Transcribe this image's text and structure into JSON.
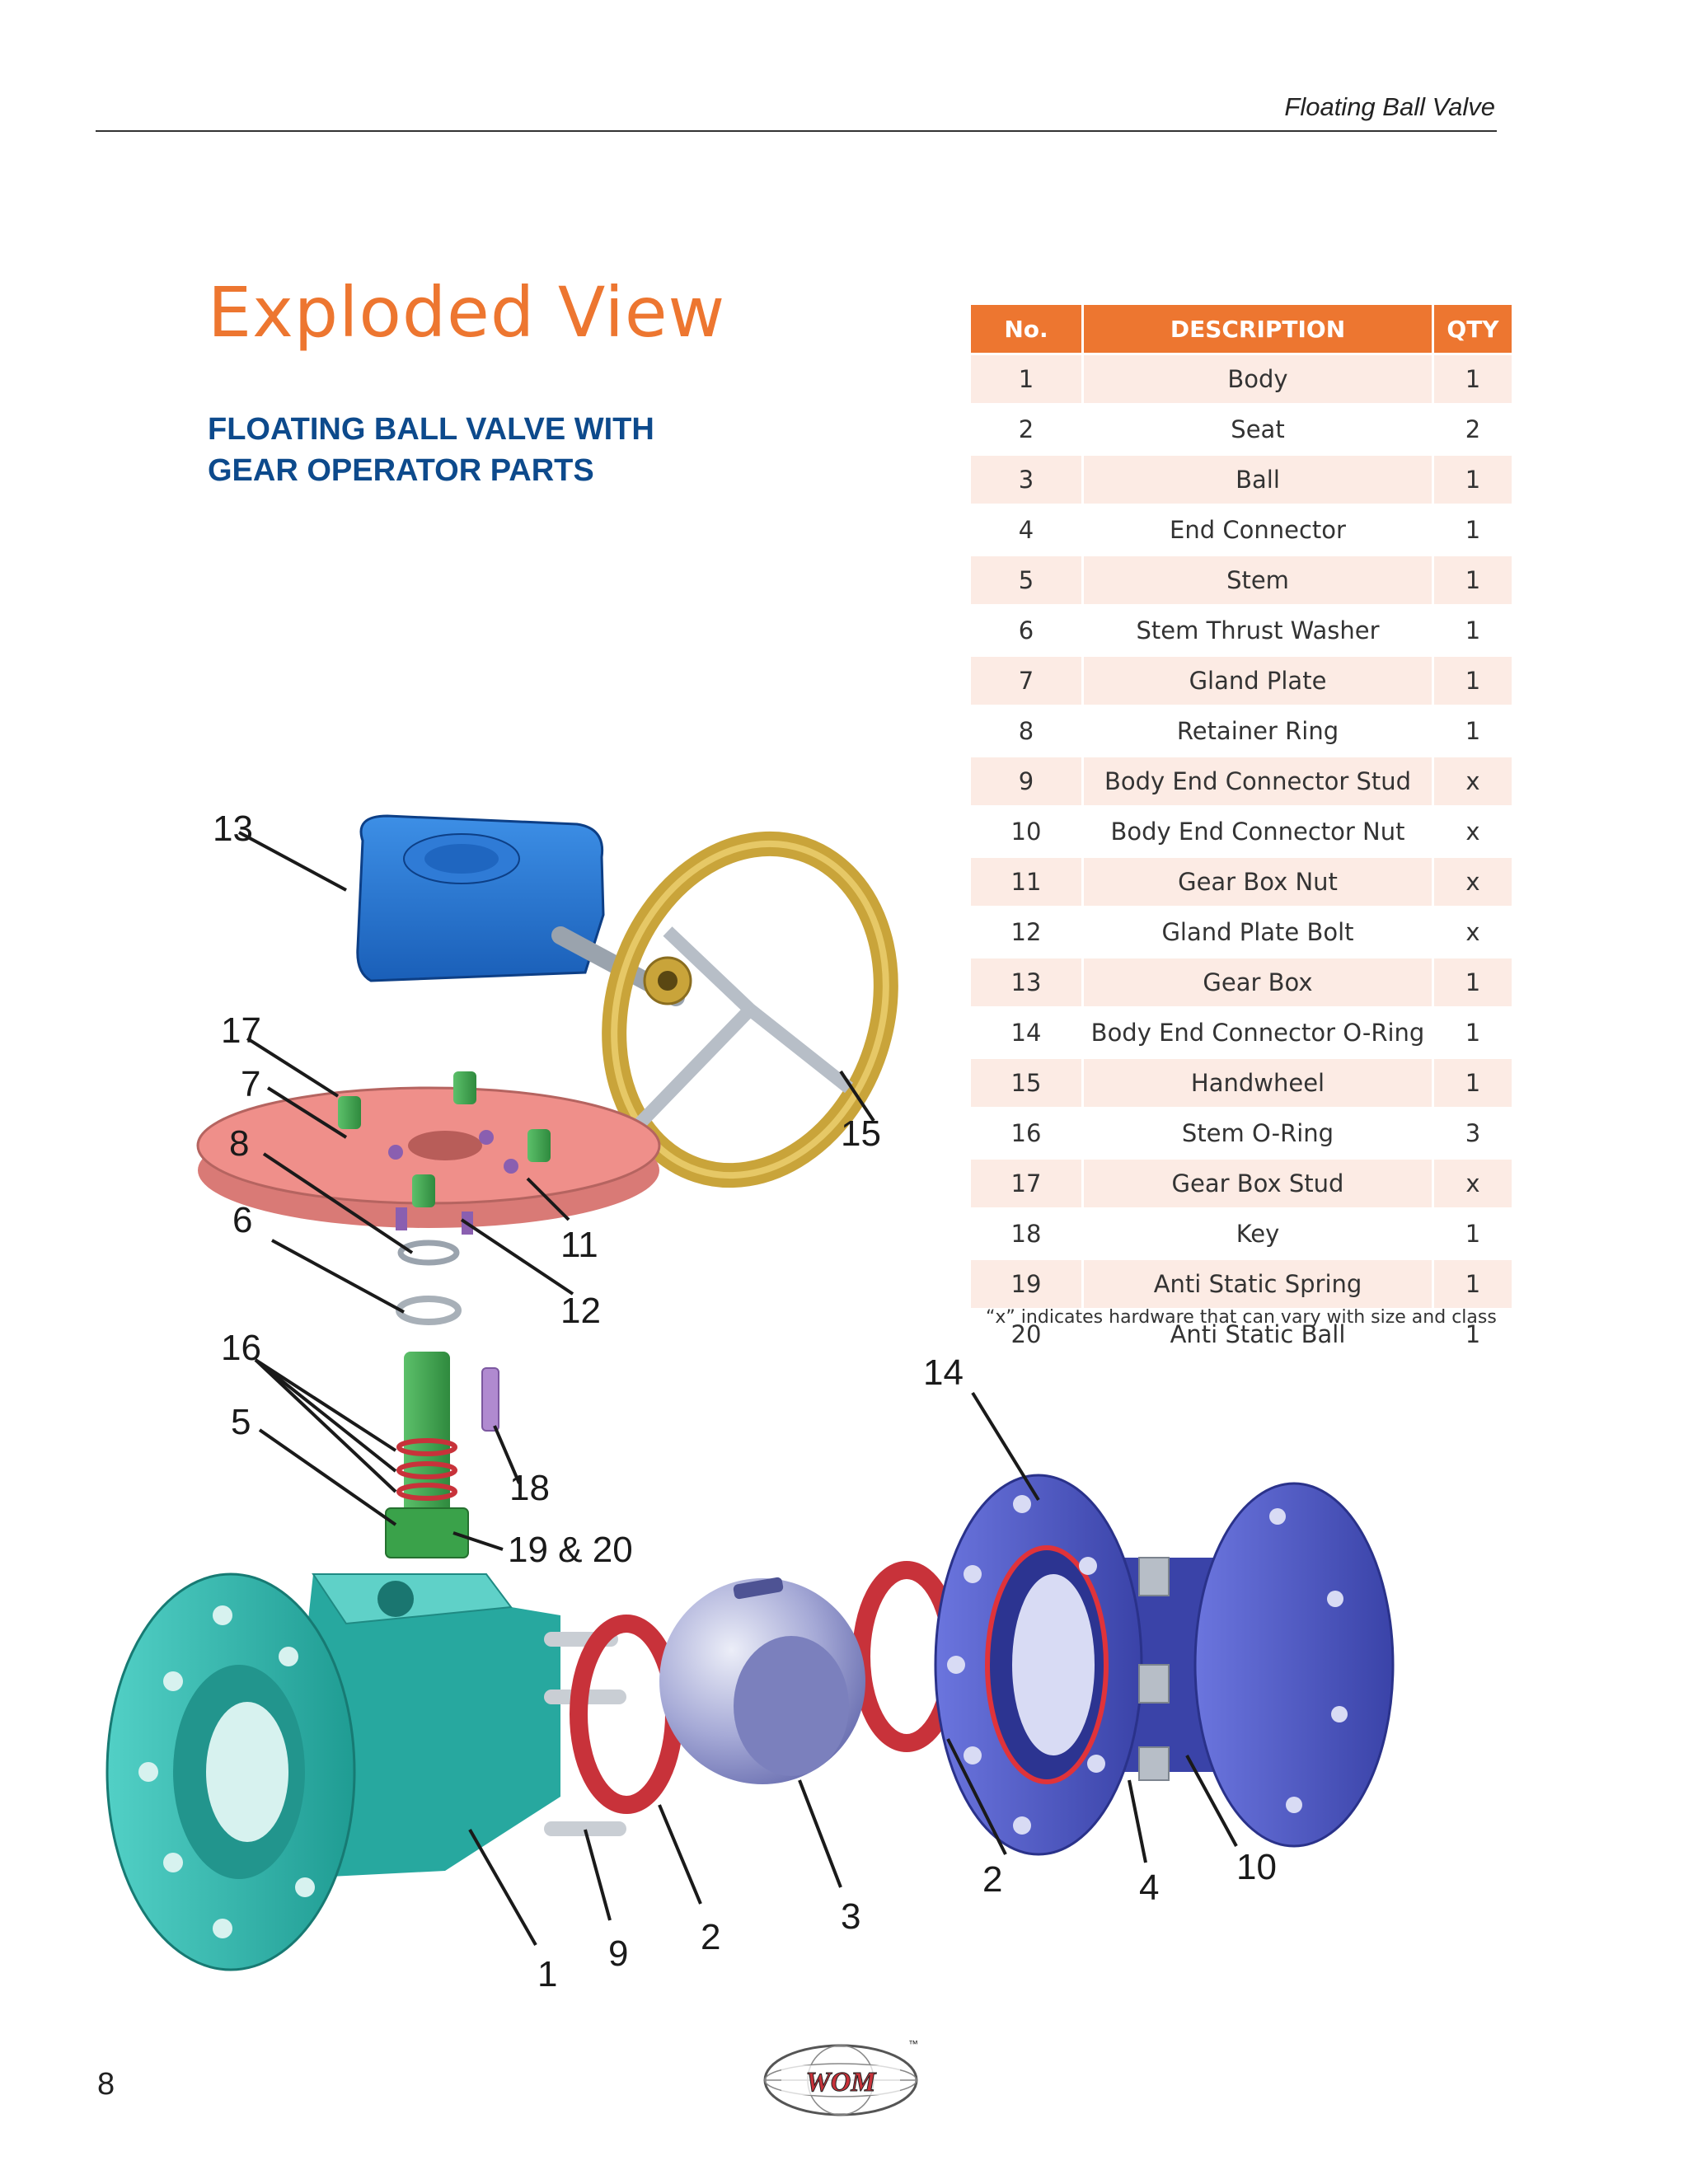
{
  "header": {
    "title": "Floating Ball Valve"
  },
  "main": {
    "title": "Exploded View",
    "subtitle_line1": "FLOATING BALL VALVE WITH",
    "subtitle_line2": "GEAR OPERATOR PARTS"
  },
  "table": {
    "headers": [
      "No.",
      "DESCRIPTION",
      "QTY"
    ],
    "rows": [
      {
        "no": "1",
        "description": "Body",
        "qty": "1"
      },
      {
        "no": "2",
        "description": "Seat",
        "qty": "2"
      },
      {
        "no": "3",
        "description": "Ball",
        "qty": "1"
      },
      {
        "no": "4",
        "description": "End Connector",
        "qty": "1"
      },
      {
        "no": "5",
        "description": "Stem",
        "qty": "1"
      },
      {
        "no": "6",
        "description": "Stem Thrust Washer",
        "qty": "1"
      },
      {
        "no": "7",
        "description": "Gland Plate",
        "qty": "1"
      },
      {
        "no": "8",
        "description": "Retainer Ring",
        "qty": "1"
      },
      {
        "no": "9",
        "description": "Body End Connector Stud",
        "qty": "x"
      },
      {
        "no": "10",
        "description": "Body End Connector Nut",
        "qty": "x"
      },
      {
        "no": "11",
        "description": "Gear Box Nut",
        "qty": "x"
      },
      {
        "no": "12",
        "description": "Gland Plate Bolt",
        "qty": "x"
      },
      {
        "no": "13",
        "description": "Gear Box",
        "qty": "1"
      },
      {
        "no": "14",
        "description": "Body End Connector O-Ring",
        "qty": "1"
      },
      {
        "no": "15",
        "description": "Handwheel",
        "qty": "1"
      },
      {
        "no": "16",
        "description": "Stem O-Ring",
        "qty": "3"
      },
      {
        "no": "17",
        "description": "Gear Box Stud",
        "qty": "x"
      },
      {
        "no": "18",
        "description": "Key",
        "qty": "1"
      },
      {
        "no": "19",
        "description": "Anti Static Spring",
        "qty": "1"
      },
      {
        "no": "20",
        "description": "Anti Static Ball",
        "qty": "1"
      }
    ],
    "footnote": "“x” indicates hardware that can vary with size and class"
  },
  "diagram": {
    "callouts": {
      "c13": "13",
      "c17": "17",
      "c7": "7",
      "c8": "8",
      "c6": "6",
      "c16": "16",
      "c5": "5",
      "c11": "11",
      "c12": "12",
      "c15": "15",
      "c18": "18",
      "c1920": "19 & 20",
      "c14": "14",
      "c1": "1",
      "c9": "9",
      "c2a": "2",
      "c3": "3",
      "c2b": "2",
      "c4": "4",
      "c10": "10"
    }
  },
  "footer": {
    "page_number": "8",
    "logo_text": "WOM",
    "logo_tm": "™"
  },
  "colors": {
    "accent_orange": "#ed7630",
    "subtitle_blue": "#0d4a8c",
    "body_teal": "#2fb5ac",
    "connector_purple": "#4b55c4",
    "gearbox_blue": "#1f6fcf",
    "handwheel_gold": "#c9a43a",
    "seat_red": "#c8323a",
    "gland_pink": "#ef8f8a",
    "stem_green": "#3aa24a"
  }
}
